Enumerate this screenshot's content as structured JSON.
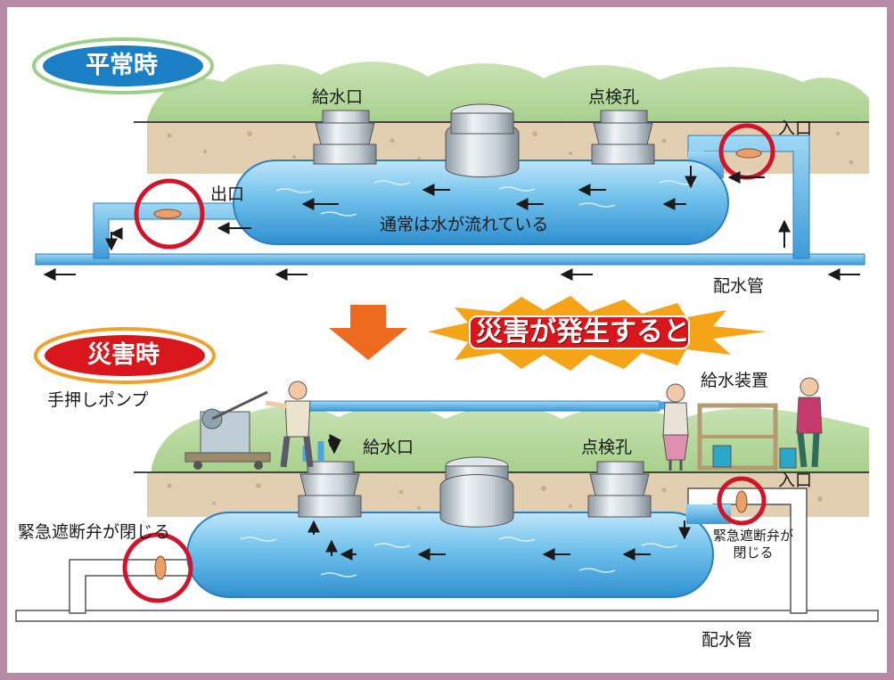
{
  "normal": {
    "badge": "平常時",
    "supply_port": "給水口",
    "inspection_hole": "点検孔",
    "inlet": "入口",
    "outlet": "出口",
    "flow_note": "通常は水が流れている",
    "distribution_pipe": "配水管"
  },
  "transition": {
    "burst": "災害が発生すると"
  },
  "disaster": {
    "badge": "災害時",
    "hand_pump": "手押しポンプ",
    "supply_device": "給水装置",
    "supply_port": "給水口",
    "inspection_hole": "点検孔",
    "inlet": "入口",
    "valve_left": "緊急遮断弁が閉じる",
    "valve_right": "緊急遮断弁が\n閉じる",
    "distribution_pipe": "配水管"
  },
  "colors": {
    "frame": "#b98aa6",
    "water": "#62b8e8",
    "badge_normal": "#1a7fc4",
    "badge_disaster": "#d8161b",
    "valve_circle": "#d0142a",
    "arrow_orange": "#ee6a1e",
    "burst": "#f6a417"
  }
}
